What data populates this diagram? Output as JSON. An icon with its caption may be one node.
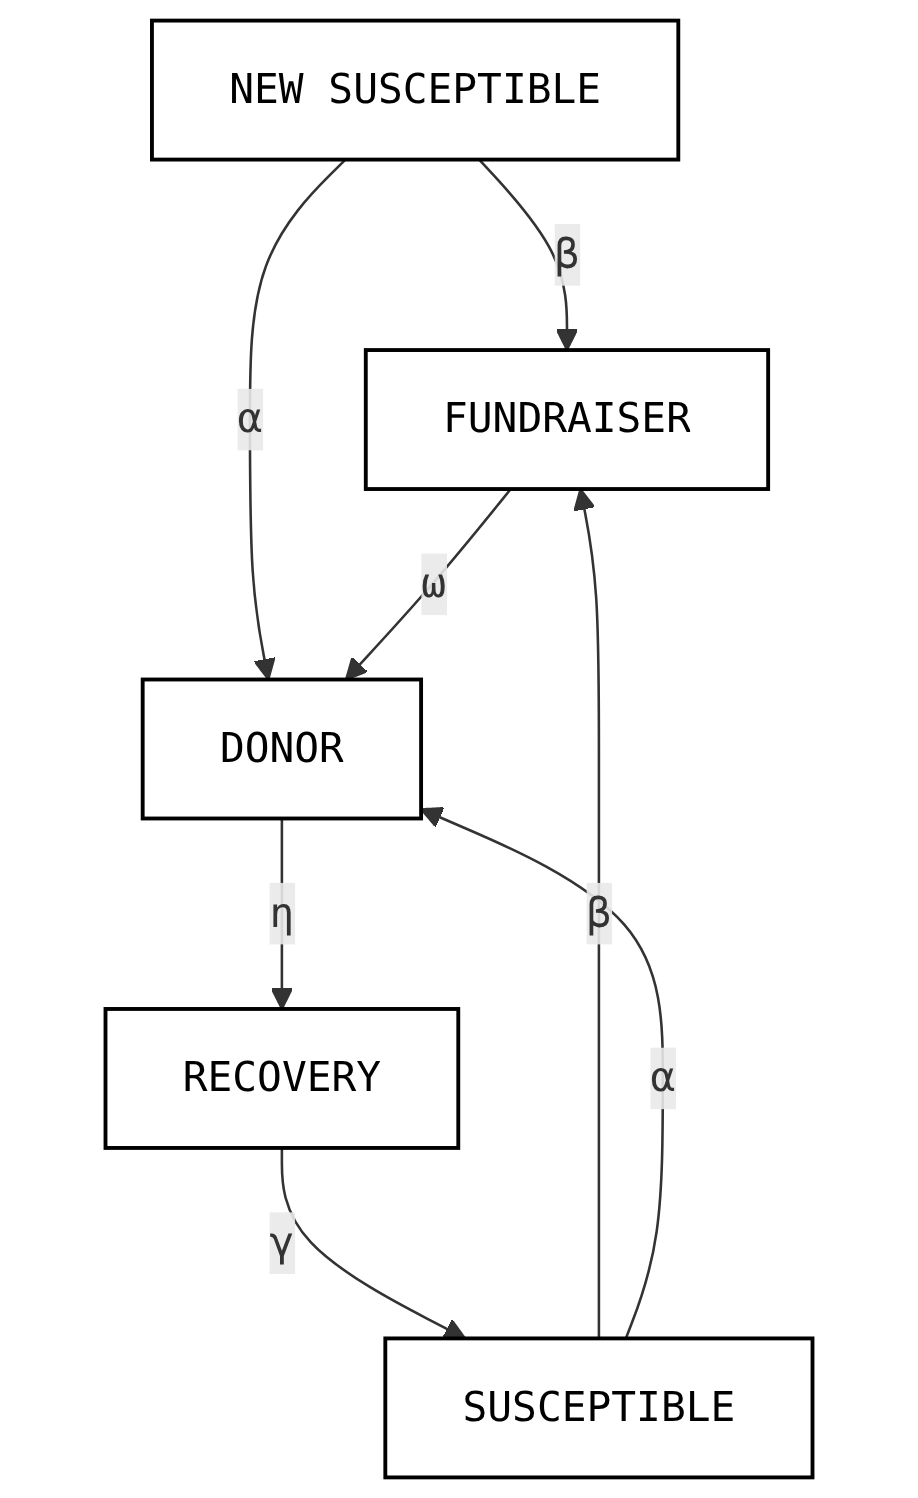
{
  "diagram": {
    "nodes": [
      {
        "text": [
          "NEW SUSCEPTIBLE"
        ]
      },
      {
        "text": [
          "FUNDRAISER"
        ]
      },
      {
        "text": [
          "DONOR"
        ]
      },
      {
        "text": [
          "RECOVERY"
        ]
      },
      {
        "text": [
          "SUSCEPTIBLE"
        ]
      }
    ],
    "edges": [
      {
        "from": 0,
        "to": 1,
        "arrow": "to",
        "label": "β"
      },
      {
        "from": 0,
        "to": 2,
        "arrow": "to",
        "label": "α"
      },
      {
        "from": 1,
        "to": 2,
        "arrow": "to",
        "label": "ω"
      },
      {
        "from": 2,
        "to": 3,
        "arrow": "to",
        "label": "η"
      },
      {
        "from": 4,
        "to": 1,
        "arrow": "to",
        "label": "β"
      },
      {
        "from": 4,
        "to": 2,
        "arrow": "to",
        "label": "α"
      },
      {
        "from": 3,
        "to": 4,
        "arrow": "to",
        "label": "γ"
      }
    ]
  }
}
